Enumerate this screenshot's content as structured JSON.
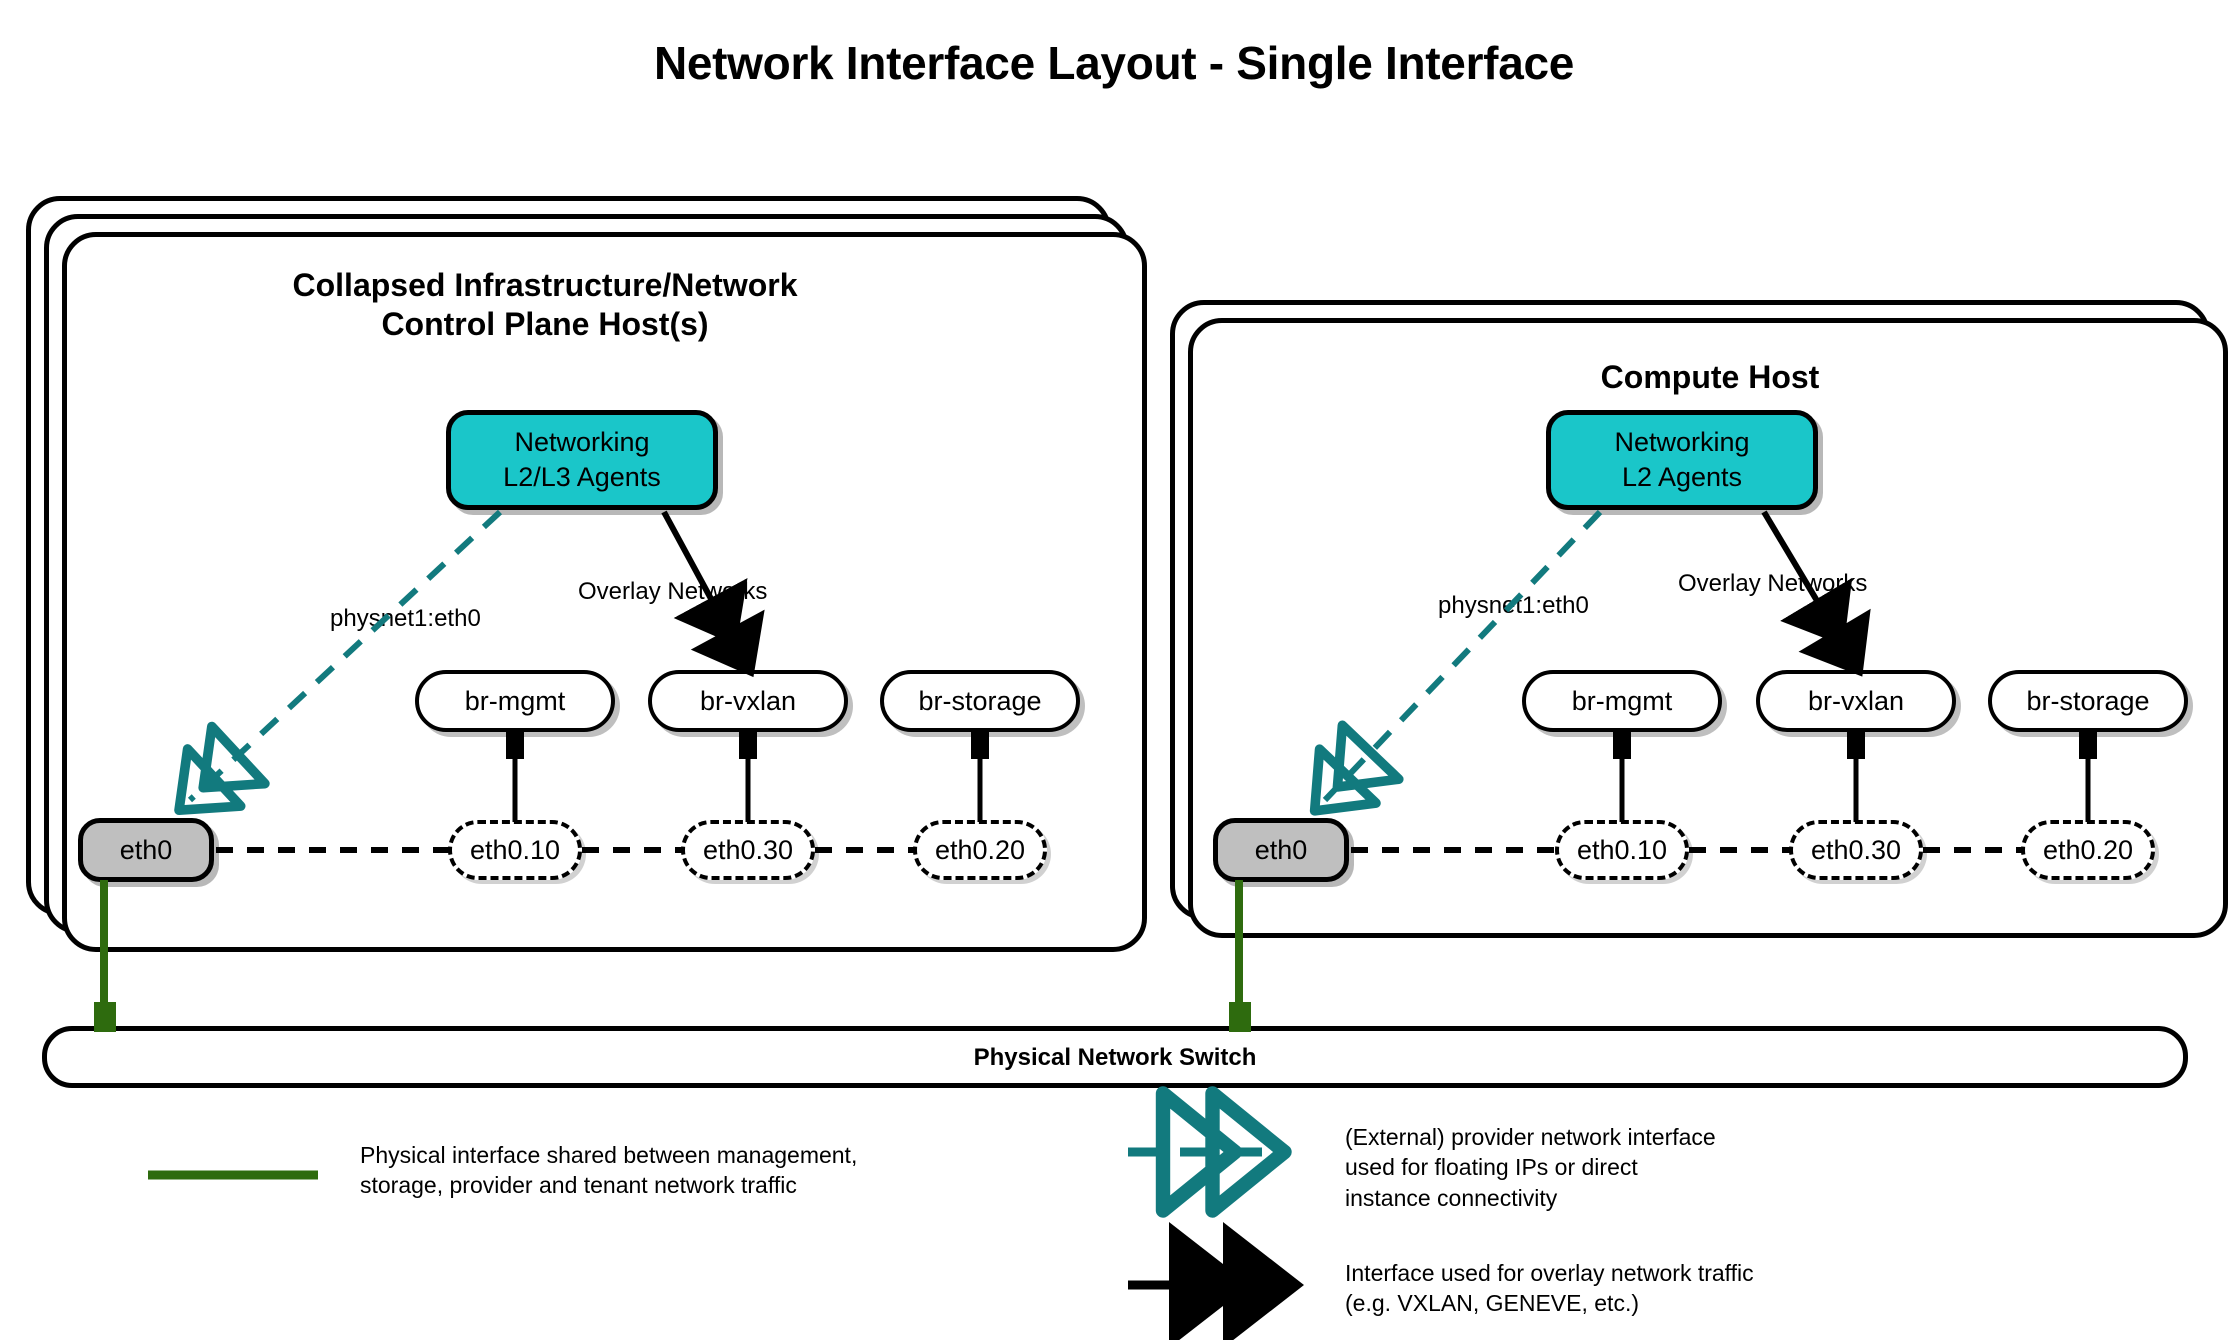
{
  "title": "Network Interface Layout - Single Interface",
  "colors": {
    "agent_fill": "#1ac6c9",
    "nic_fill": "#bfbfbf",
    "provider_teal": "#127a7e",
    "physical_green": "#2e6b0e",
    "stroke": "#000000"
  },
  "hosts": [
    {
      "id": "control-plane-host",
      "title": "Collapsed Infrastructure/Network\nControl Plane Host(s)",
      "title_line1": "Collapsed Infrastructure/Network",
      "title_line2": "Control Plane Host(s)",
      "stack_count": 3,
      "agents_label_line1": "Networking",
      "agents_label_line2": "L2/L3 Agents",
      "provider_label": "physnet1:eth0",
      "overlay_label": "Overlay Networks",
      "nic": "eth0",
      "bridges": [
        "br-mgmt",
        "br-vxlan",
        "br-storage"
      ],
      "vlans": [
        "eth0.10",
        "eth0.30",
        "eth0.20"
      ]
    },
    {
      "id": "compute-host",
      "title": "Compute Host",
      "title_line1": "Compute Host",
      "title_line2": "",
      "stack_count": 2,
      "agents_label_line1": "Networking",
      "agents_label_line2": "L2 Agents",
      "provider_label": "physnet1:eth0",
      "overlay_label": "Overlay Networks",
      "nic": "eth0",
      "bridges": [
        "br-mgmt",
        "br-vxlan",
        "br-storage"
      ],
      "vlans": [
        "eth0.10",
        "eth0.30",
        "eth0.20"
      ]
    }
  ],
  "switch": {
    "label": "Physical Network Switch"
  },
  "legend": [
    {
      "id": "physical-interface",
      "style": "solid-green-line",
      "text": "Physical interface shared between management,\nstorage, provider and tenant network traffic"
    },
    {
      "id": "provider-interface",
      "style": "dashed-teal-double-chevron",
      "text": "(External) provider network interface\nused for floating IPs or direct\ninstance connectivity"
    },
    {
      "id": "overlay-interface",
      "style": "solid-black-double-arrow",
      "text": "Interface used for overlay network traffic\n(e.g. VXLAN, GENEVE, etc.)"
    }
  ]
}
